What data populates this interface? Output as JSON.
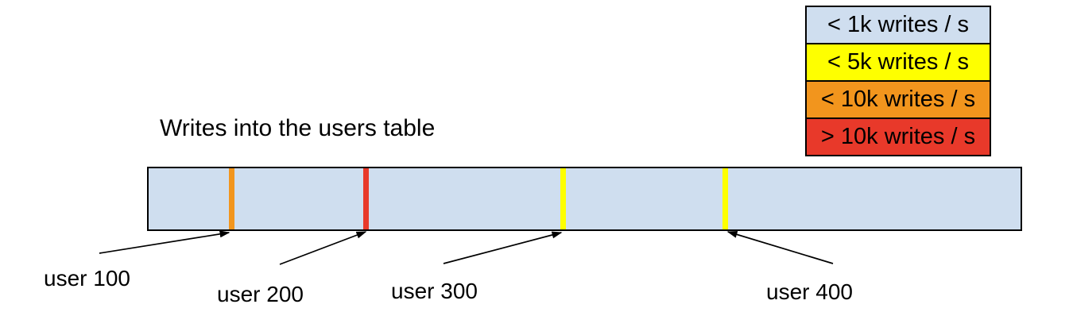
{
  "title": "Writes into the users table",
  "legend": {
    "items": [
      {
        "label": "< 1k writes / s",
        "color": "#cfdeef"
      },
      {
        "label": "< 5k writes / s",
        "color": "#feff00"
      },
      {
        "label": "< 10k writes / s",
        "color": "#f2951d"
      },
      {
        "label": "> 10k writes / s",
        "color": "#e8392a"
      }
    ]
  },
  "bar": {
    "fill": "#cfdeef",
    "border_color": "#000000"
  },
  "markers": [
    {
      "label": "user 100",
      "color": "#f2951d"
    },
    {
      "label": "user 200",
      "color": "#e8392a"
    },
    {
      "label": "user 300",
      "color": "#feff00"
    },
    {
      "label": "user 400",
      "color": "#feff00"
    }
  ]
}
